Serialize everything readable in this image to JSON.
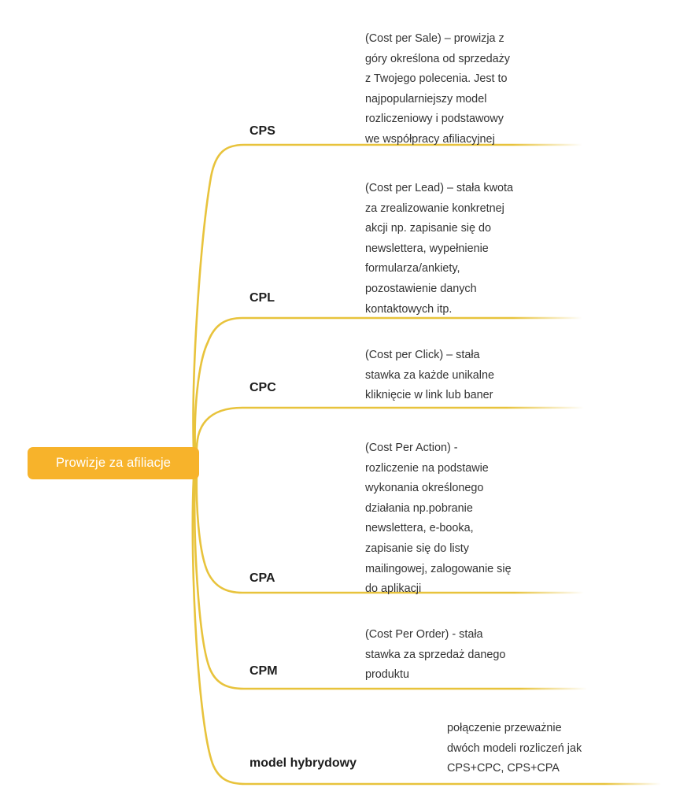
{
  "diagram": {
    "type": "mind-map",
    "title": "Prowizje za afiliacje",
    "accent_color": "#F7B32B",
    "line_color": "#E8C33C",
    "background_color": "#FFFFFF",
    "root": {
      "label": "Prowizje za afiliacje",
      "text_color": "#FFFFFF",
      "fill_color": "#F7B32B"
    },
    "branches": [
      {
        "id": "cps",
        "label": "CPS",
        "description": "(Cost per Sale) – prowizja z\ngóry określona od sprzedaży\nz Twojego polecenia. Jest to\nnajpopularniejszy model\nrozliczeniowy i podstawowy\nwe współpracy afiliacyjnej"
      },
      {
        "id": "cpl",
        "label": "CPL",
        "description": "(Cost per Lead) – stała kwota\n za zrealizowanie konkretnej\nakcji np. zapisanie się do\nnewslettera, wypełnienie\nformularza/ankiety,\npozostawienie danych\nkontaktowych itp."
      },
      {
        "id": "cpc",
        "label": "CPC",
        "description": "(Cost per Click) – stała\nstawka za każde unikalne\nkliknięcie w link lub baner"
      },
      {
        "id": "cpa",
        "label": "CPA",
        "description": "(Cost Per Action) -\nrozliczenie na podstawie\nwykonania określonego\ndziałania np.pobranie\nnewslettera, e-booka,\nzapisanie się do listy\nmailingowej, zalogowanie się\ndo aplikacji"
      },
      {
        "id": "cpm",
        "label": "CPM",
        "description": "(Cost Per Order) - stała\nstawka za sprzedaż danego\nproduktu"
      },
      {
        "id": "hybryda",
        "label": "model hybrydowy",
        "description": "połączenie przeważnie\ndwóch modeli rozliczeń jak\nCPS+CPC, CPS+CPA"
      }
    ]
  }
}
